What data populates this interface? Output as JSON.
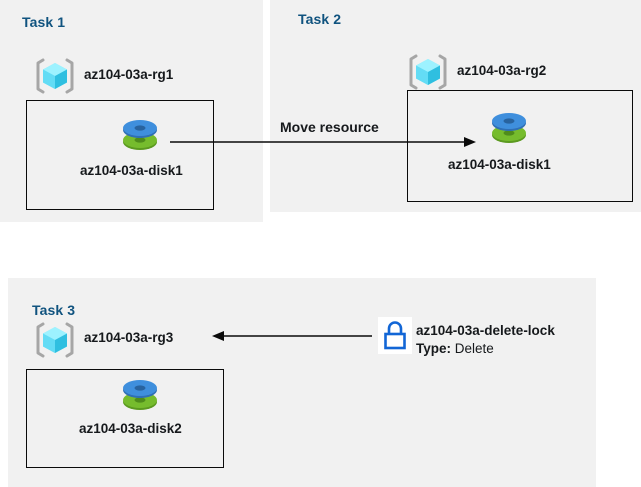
{
  "diagram": {
    "title": "Azure resource group tasks diagram",
    "background": "#ffffff",
    "panel_color": "#f1f1f1",
    "heading_color": "#10537f",
    "text_color": "#16191c",
    "border_color": "#0a0a0a"
  },
  "panels": [
    {
      "id": "task1",
      "title": "Task 1",
      "resource_group": {
        "icon": "resource-group-icon",
        "label": "az104-03a-rg1"
      },
      "resources": [
        {
          "icon": "managed-disk-icon",
          "label": "az104-03a-disk1"
        }
      ]
    },
    {
      "id": "task2",
      "title": "Task 2",
      "resource_group": {
        "icon": "resource-group-icon",
        "label": "az104-03a-rg2"
      },
      "resources": [
        {
          "icon": "managed-disk-icon",
          "label": "az104-03a-disk1"
        }
      ]
    },
    {
      "id": "task3",
      "title": "Task 3",
      "resource_group": {
        "icon": "resource-group-icon",
        "label": "az104-03a-rg3"
      },
      "resources": [
        {
          "icon": "managed-disk-icon",
          "label": "az104-03a-disk2"
        }
      ]
    }
  ],
  "connectors": [
    {
      "id": "move-resource",
      "caption": "Move resource",
      "from": "az104-03a-disk1",
      "to": "az104-03a-rg2",
      "direction": "right"
    },
    {
      "id": "delete-lock-applies-to",
      "caption": "",
      "from": "az104-03a-delete-lock",
      "to": "az104-03a-rg3",
      "direction": "left"
    }
  ],
  "lock": {
    "icon": "lock-icon",
    "name": "az104-03a-delete-lock",
    "type_label": "Type:",
    "type_value": "Delete",
    "color": "#1266d6"
  },
  "icons": {
    "resource_group": {
      "name": "resource-group-icon",
      "cube_light": "#63e2f7",
      "cube_mid": "#32c8ea",
      "cube_dark": "#1b9cc4",
      "bracket": "#a6a6a6"
    },
    "managed_disk": {
      "name": "managed-disk-icon",
      "top_disk": "#3f8fdd",
      "top_disk_dark": "#2f6fb5",
      "bottom_disk": "#76bc2d",
      "bottom_disk_dark": "#5c9a20"
    }
  }
}
